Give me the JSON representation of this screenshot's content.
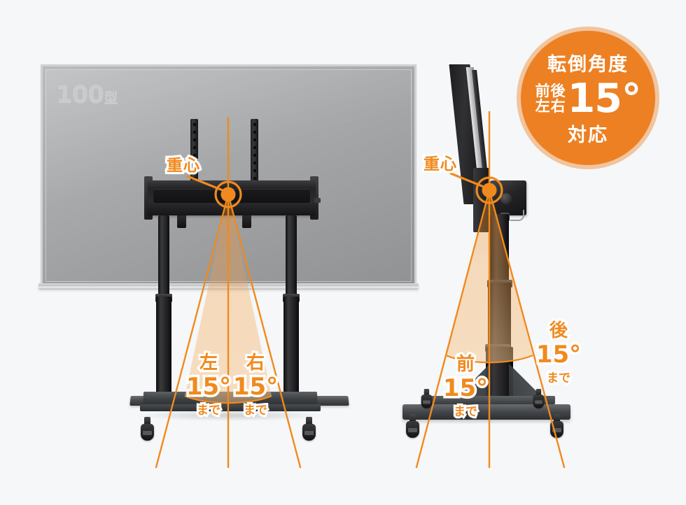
{
  "background_color": "#f5f7f8",
  "accent_color": "#F08A1E",
  "badge_color": "#ED8022",
  "badge": {
    "name": "tipping-angle-badge",
    "title": "転倒角度",
    "axis_line1": "前後",
    "axis_line2": "左右",
    "angle_value": "15°",
    "footer": "対応"
  },
  "front_view": {
    "name": "front-view",
    "tv_size_label": "100",
    "tv_size_unit": "型",
    "center_of_gravity_label": "重心",
    "left_angle": {
      "direction": "左",
      "value": "15°",
      "suffix": "まで"
    },
    "right_angle": {
      "direction": "右",
      "value": "15°",
      "suffix": "まで"
    }
  },
  "side_view": {
    "name": "side-view",
    "center_of_gravity_label": "重心",
    "front_angle": {
      "direction": "前",
      "value": "15°",
      "suffix": "まで"
    },
    "rear_angle": {
      "direction": "後",
      "value": "15°",
      "suffix": "まで"
    }
  }
}
